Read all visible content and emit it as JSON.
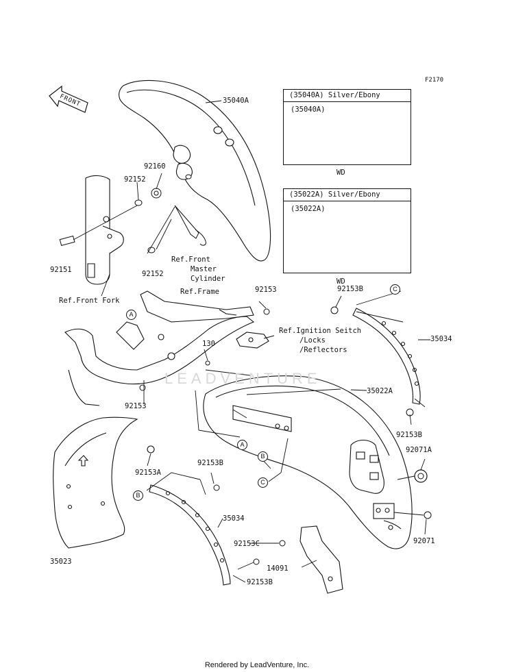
{
  "diagram_code": "F2170",
  "direction_label": "FRONT",
  "inset_boxes": [
    {
      "header": "(35040A)  Silver/Ebony",
      "part": "(35040A)",
      "caption": "WD"
    },
    {
      "header": "(35022A)  Silver/Ebony",
      "part": "(35022A)",
      "caption": "WD"
    }
  ],
  "part_labels": {
    "p35040A": "35040A",
    "p92160": "92160",
    "p92152_top": "92152",
    "p92152_bot": "92152",
    "p92151": "92151",
    "p92153_top": "92153",
    "p92153B_top": "92153B",
    "p35034_right": "35034",
    "p130": "130",
    "p92153_mid": "92153",
    "p35022A": "35022A",
    "p92153B_right": "92153B",
    "p92071A": "92071A",
    "p92071": "92071",
    "p92153A": "92153A",
    "p92153B_mid": "92153B",
    "p35034_bot": "35034",
    "p92153C": "92153C",
    "p14091": "14091",
    "p92153B_bot": "92153B",
    "p35023": "35023"
  },
  "references": {
    "front_master_cylinder": [
      "Ref.Front",
      "Master",
      "Cylinder"
    ],
    "frame": "Ref.Frame",
    "front_fork": "Ref.Front Fork",
    "ignition": [
      "Ref.Ignition Seitch",
      "/Locks",
      "/Reflectors"
    ]
  },
  "callouts": {
    "a1": "A",
    "a2": "A",
    "b1": "B",
    "b2": "B",
    "c1": "C",
    "c2": "C"
  },
  "watermark": "LEADVENTURE",
  "footer": "Rendered by LeadVenture, Inc."
}
